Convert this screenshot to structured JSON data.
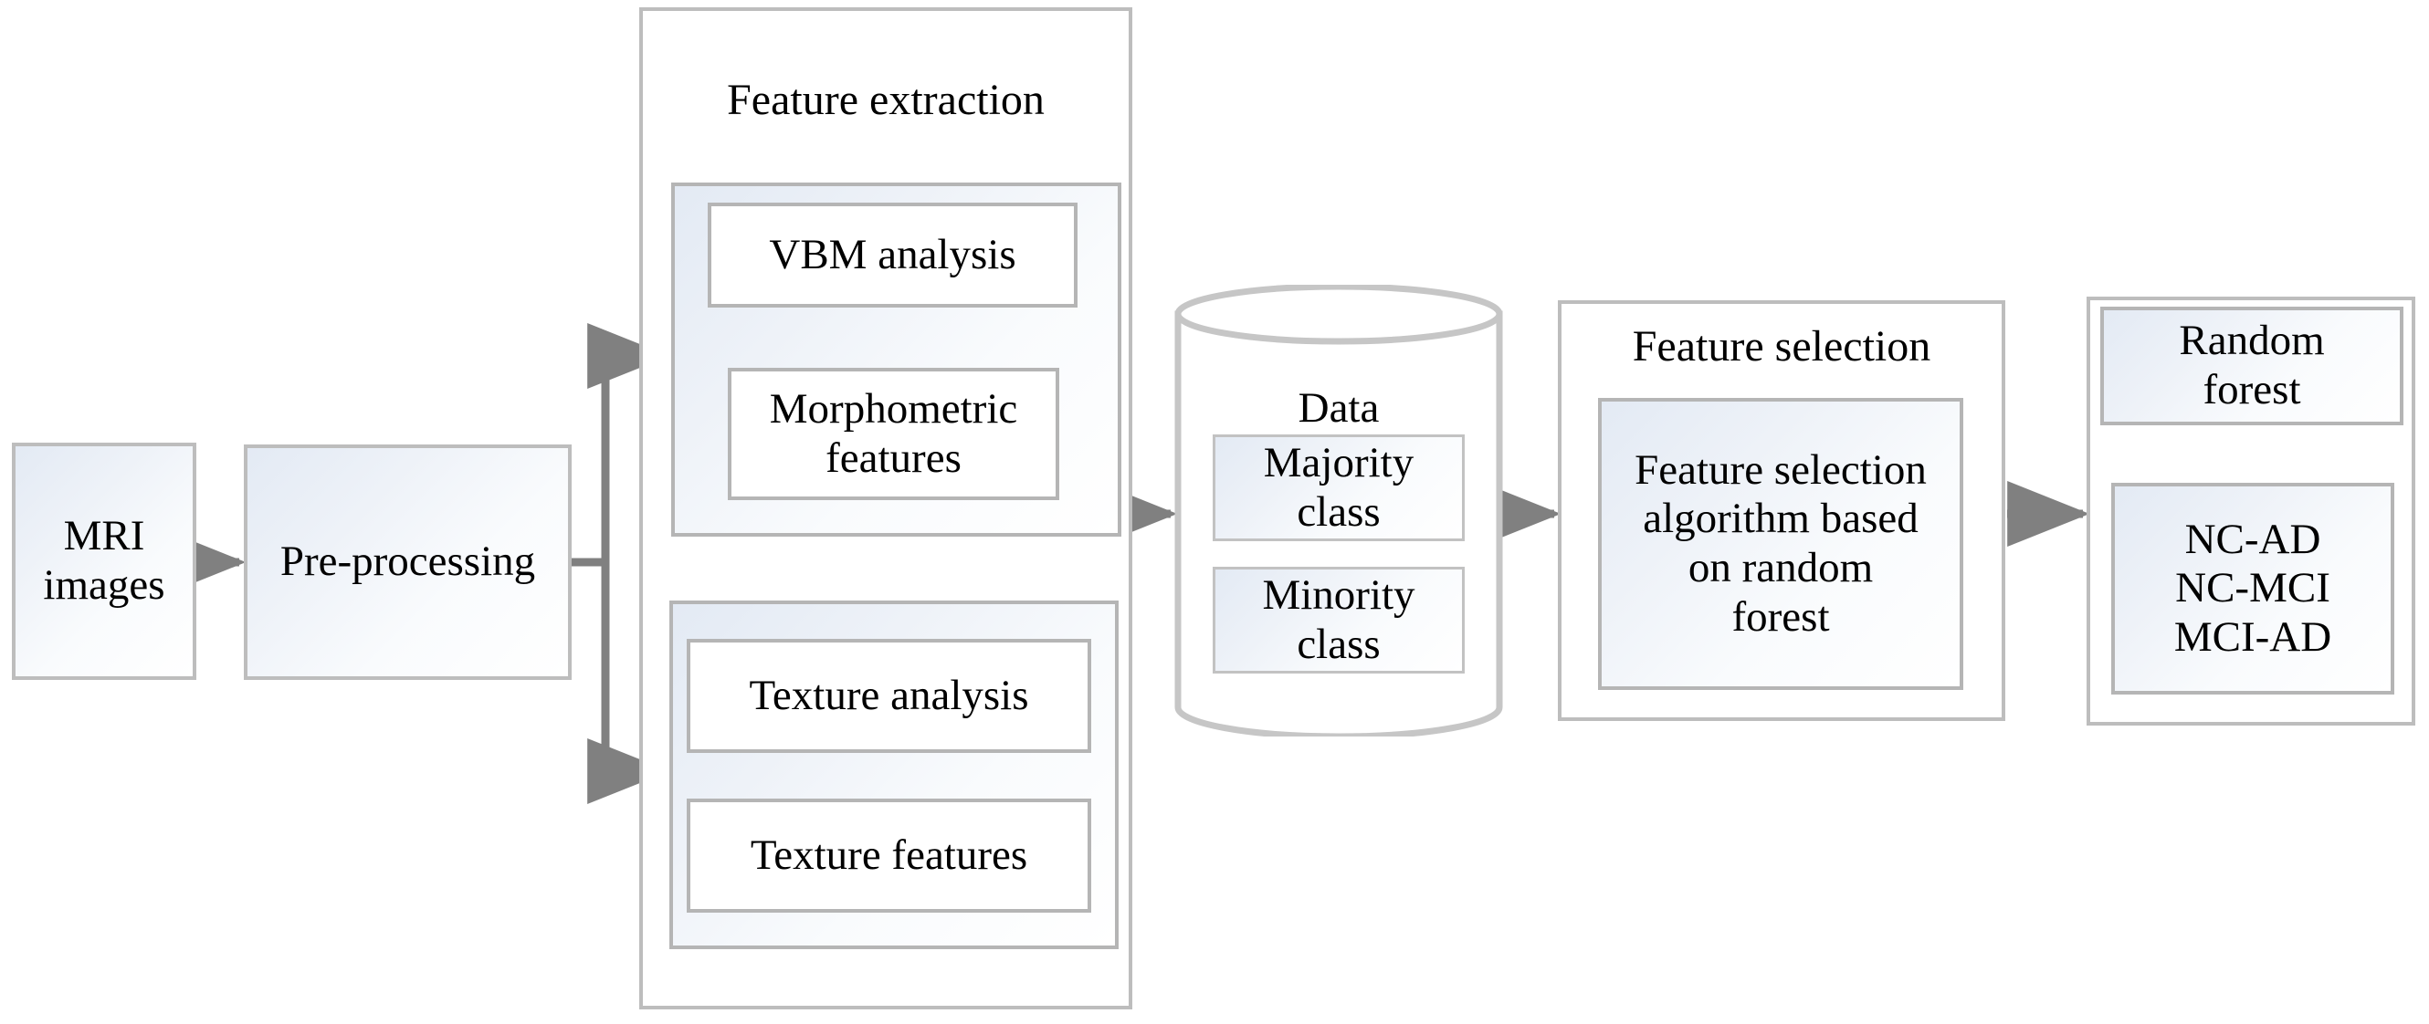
{
  "diagram": {
    "title": "MRI-based Alzheimer classification pipeline flowchart",
    "colors": {
      "border": "#bdbdbd",
      "arrow": "#808080",
      "fill_start": "#e3eaf4",
      "fill_end": "#ffffff",
      "text": "#000000",
      "background": "#ffffff"
    }
  },
  "nodes": {
    "mri_images": {
      "line1": "MRI",
      "line2": "images"
    },
    "preprocessing": {
      "label": "Pre-processing"
    },
    "feature_extraction": {
      "title": "Feature extraction",
      "vbm_branch": {
        "analysis": "VBM analysis",
        "features_line1": "Morphometric",
        "features_line2": "features"
      },
      "texture_branch": {
        "analysis": "Texture analysis",
        "features": "Texture features"
      }
    },
    "data_store": {
      "title": "Data",
      "majority_line1": "Majority",
      "majority_line2": "class",
      "minority_line1": "Minority",
      "minority_line2": "class"
    },
    "feature_selection": {
      "title": "Feature selection",
      "body_line1": "Feature selection",
      "body_line2": "algorithm based",
      "body_line3": "on random",
      "body_line4": "forest"
    },
    "classification": {
      "model_line1": "Random",
      "model_line2": "forest",
      "result_line1": "NC-AD",
      "result_line2": "NC-MCI",
      "result_line3": "MCI-AD"
    }
  },
  "icons": {
    "arrow_right": "right-arrow-icon",
    "arrow_down": "down-arrow-icon",
    "branch": "branch-split-icon",
    "cylinder": "database-cylinder-icon"
  }
}
